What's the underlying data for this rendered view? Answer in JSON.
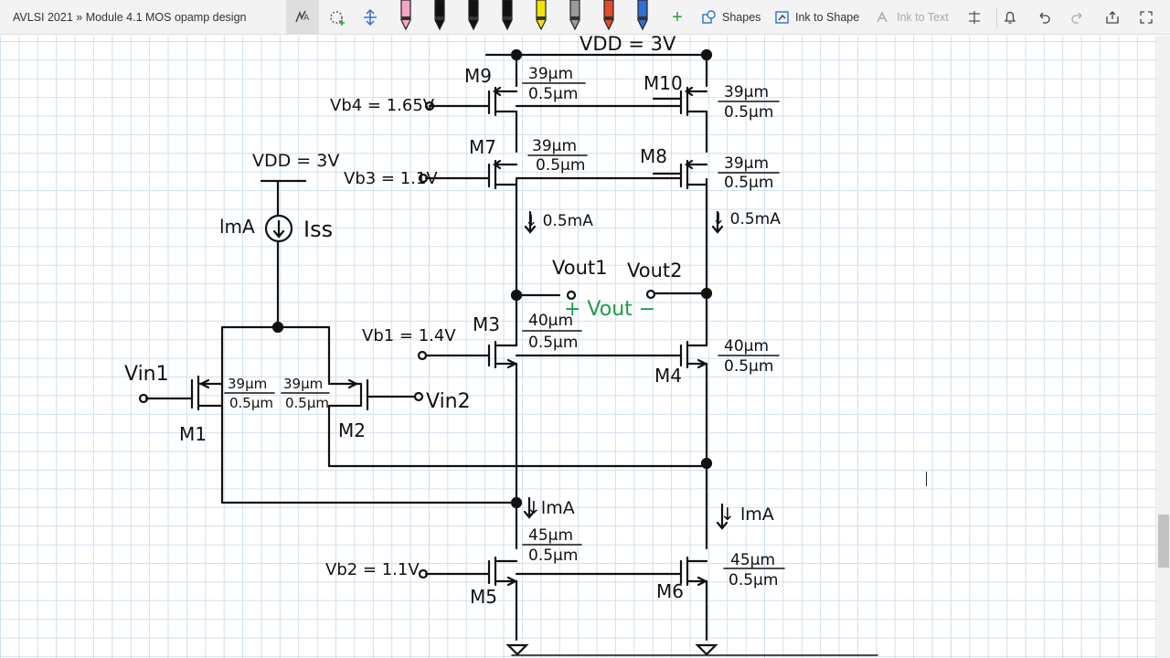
{
  "window": {
    "breadcrumb": "AVLSI 2021 » Module 4.1 MOS opamp design"
  },
  "toolbar": {
    "shapes_label": "Shapes",
    "ink_to_shape_label": "Ink to Shape",
    "ink_to_text_label": "Ink to Text",
    "pens": [
      {
        "name": "pen-pink",
        "color": "#f5a3c7"
      },
      {
        "name": "pen-black-1",
        "color": "#111111"
      },
      {
        "name": "pen-black-2",
        "color": "#111111"
      },
      {
        "name": "pen-black-3",
        "color": "#111111"
      },
      {
        "name": "highlighter-yellow",
        "color": "#f2e300"
      },
      {
        "name": "pen-gray",
        "color": "#9a9a9a"
      },
      {
        "name": "pen-multicolor",
        "color": "#e24a2a"
      },
      {
        "name": "pen-blue",
        "color": "#2f6fd6"
      }
    ]
  },
  "drawing": {
    "vdd_top": "VDD = 3V",
    "vdd_left": "VDD = 3V",
    "current_source": {
      "value": "lmA",
      "name": "Iss"
    },
    "bias": {
      "vb4": "Vb4 = 1.65V",
      "vb3": "Vb3 = 1.1V",
      "vb1": "Vb1 = 1.4V",
      "vb2": "Vb2 = 1.1V"
    },
    "transistors": {
      "m9": {
        "label": "M9",
        "w": "39µm",
        "l": "0.5µm"
      },
      "m10": {
        "label": "M10",
        "w": "39µm",
        "l": "0.5µm"
      },
      "m7": {
        "label": "M7",
        "w": "39µm",
        "l": "0.5µm"
      },
      "m8": {
        "label": "M8",
        "w": "39µm",
        "l": "0.5µm"
      },
      "m3": {
        "label": "M3",
        "w": "40µm",
        "l": "0.5µm"
      },
      "m4": {
        "label": "M4",
        "w": "40µm",
        "l": "0.5µm"
      },
      "m1": {
        "label": "M1",
        "w": "39µm",
        "l": "0.5µm"
      },
      "m2": {
        "label": "M2",
        "w": "39µm",
        "l": "0.5µm"
      },
      "m5": {
        "label": "M5",
        "w": "45µm",
        "l": "0.5µm"
      },
      "m6": {
        "label": "M6",
        "w": "45µm",
        "l": "0.5µm"
      }
    },
    "currents": {
      "left_top": "↓ 0.5mA",
      "right_top": "↓ 0.5mA",
      "left_bottom": "↓lmA",
      "right_bottom": "↓ lmA"
    },
    "outputs": {
      "vout1": "Vout1",
      "vout2": "Vout2",
      "vout_diff": "+ Vout −"
    },
    "inputs": {
      "vin1": "Vin1",
      "vin2": "Vin2"
    }
  }
}
